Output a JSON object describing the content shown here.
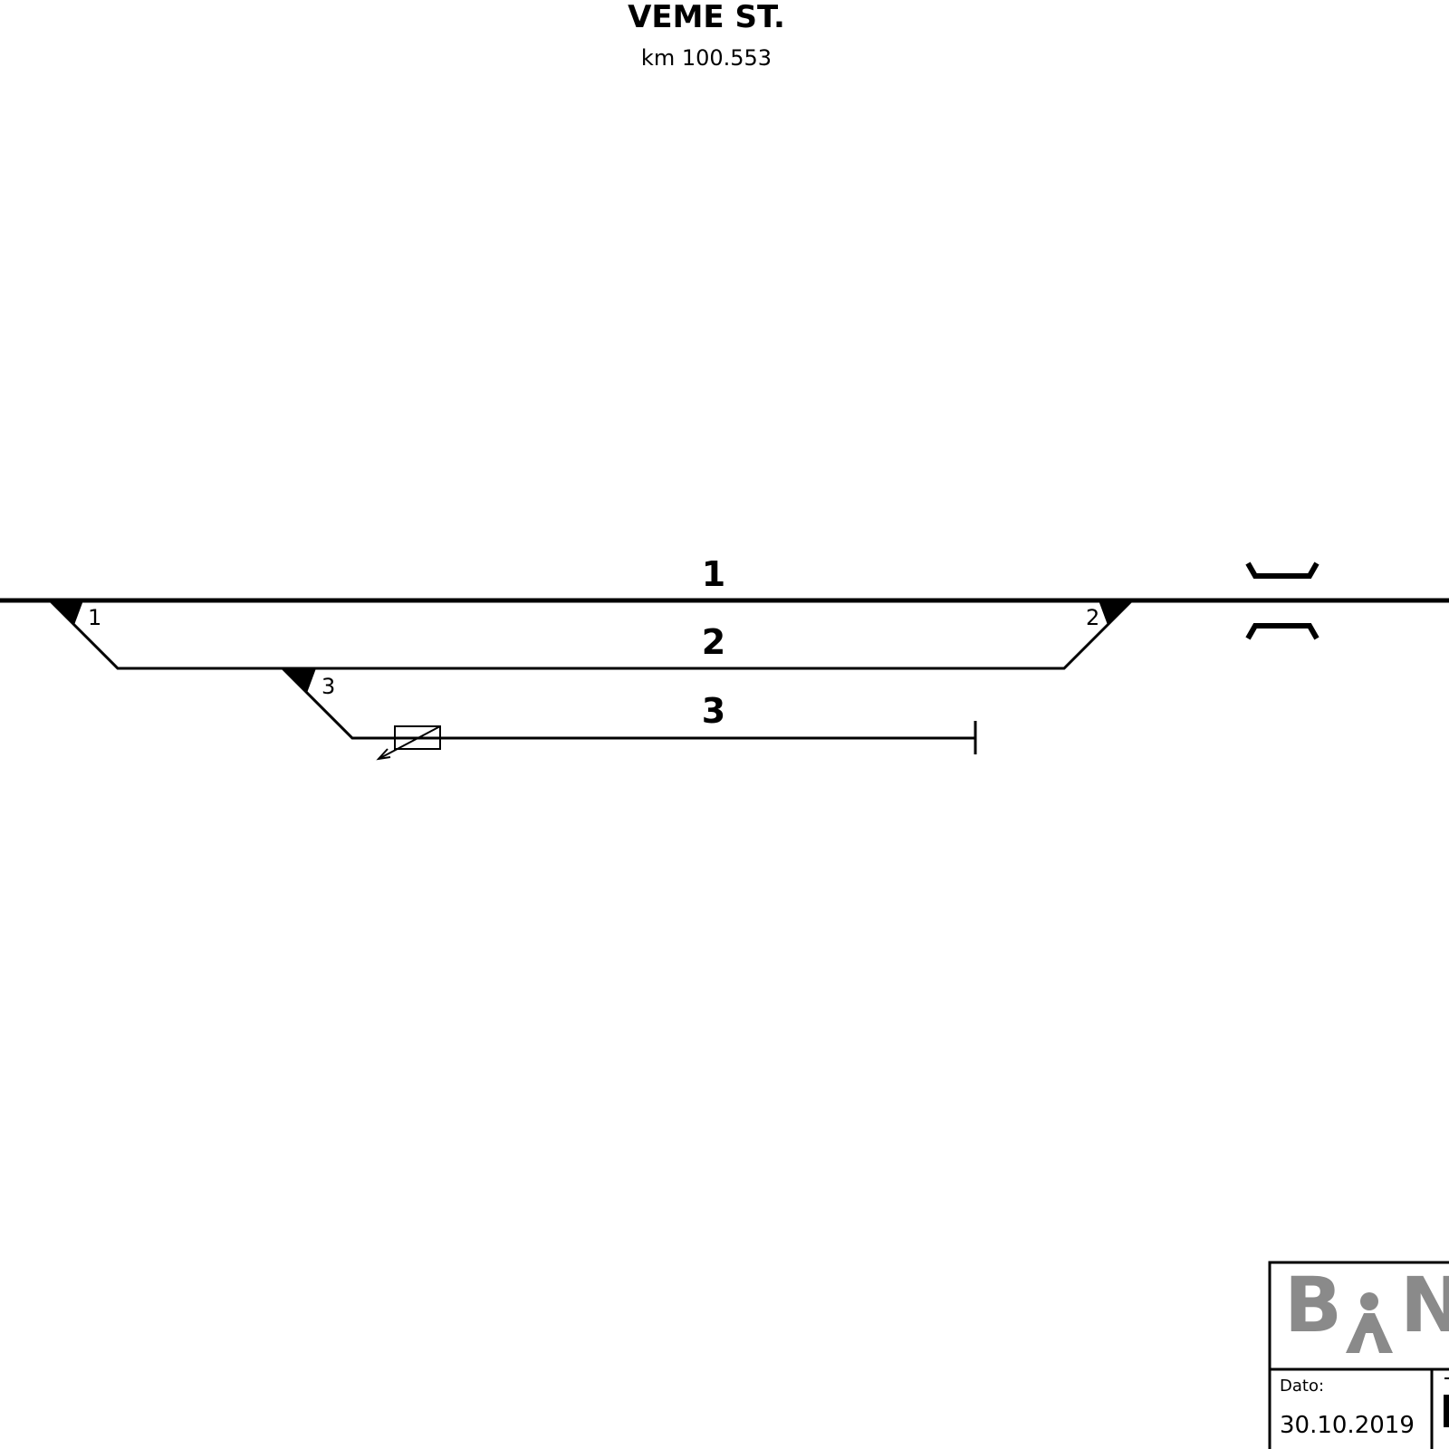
{
  "station": {
    "name": "VEME ST.",
    "km": "km 100.553"
  },
  "tracks": [
    {
      "label": "1"
    },
    {
      "label": "2"
    },
    {
      "label": "3"
    }
  ],
  "switches": [
    {
      "label": "1"
    },
    {
      "label": "2"
    },
    {
      "label": "3"
    }
  ],
  "title_block": {
    "logo_text": "BANE",
    "date_label": "Dato:",
    "date_value": "30.10.2019"
  },
  "colors": {
    "line": "#000000",
    "logo": "#8a8a8a",
    "background": "#ffffff"
  }
}
